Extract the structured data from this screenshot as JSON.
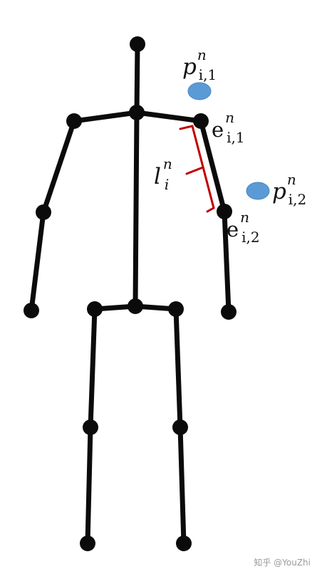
{
  "colors": {
    "skeleton": "#0b0b0b",
    "point": "#5b9bd5",
    "bracket": "#c00000",
    "background": "#ffffff"
  },
  "labels": {
    "p1": {
      "base": "p",
      "sup": "n",
      "sub": "i,1"
    },
    "p2": {
      "base": "p",
      "sup": "n",
      "sub": "i,2"
    },
    "e1": {
      "base": "e",
      "sup": "n",
      "sub": "i,1"
    },
    "e2": {
      "base": "e",
      "sup": "n",
      "sub": "i,2"
    },
    "l": {
      "base": "l",
      "sup": "n",
      "sub": "i"
    }
  },
  "watermark": "知乎 @YouZhi"
}
